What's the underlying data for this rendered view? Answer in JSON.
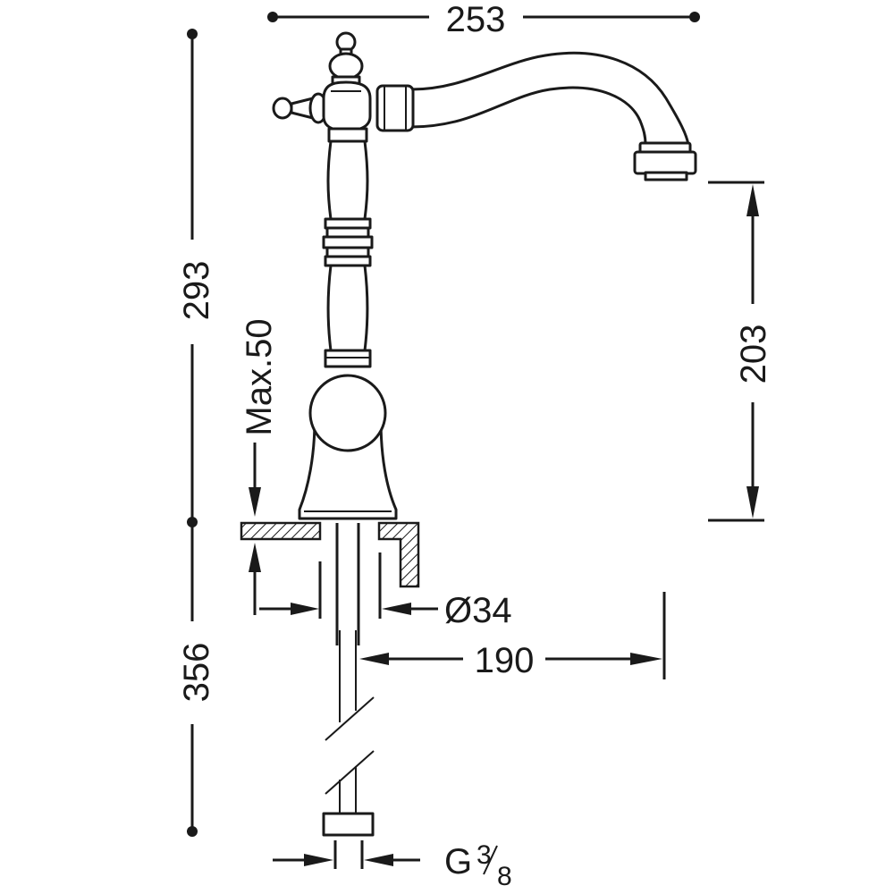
{
  "dimensions": {
    "overall_width": "253",
    "overall_height": "293",
    "spout_height": "203",
    "max_thickness": "Max.50",
    "hole_diameter": "Ø34",
    "hose_length_offset": "190",
    "below_counter": "356",
    "connection_prefix": "G",
    "connection_num": "3",
    "connection_den": "8"
  }
}
